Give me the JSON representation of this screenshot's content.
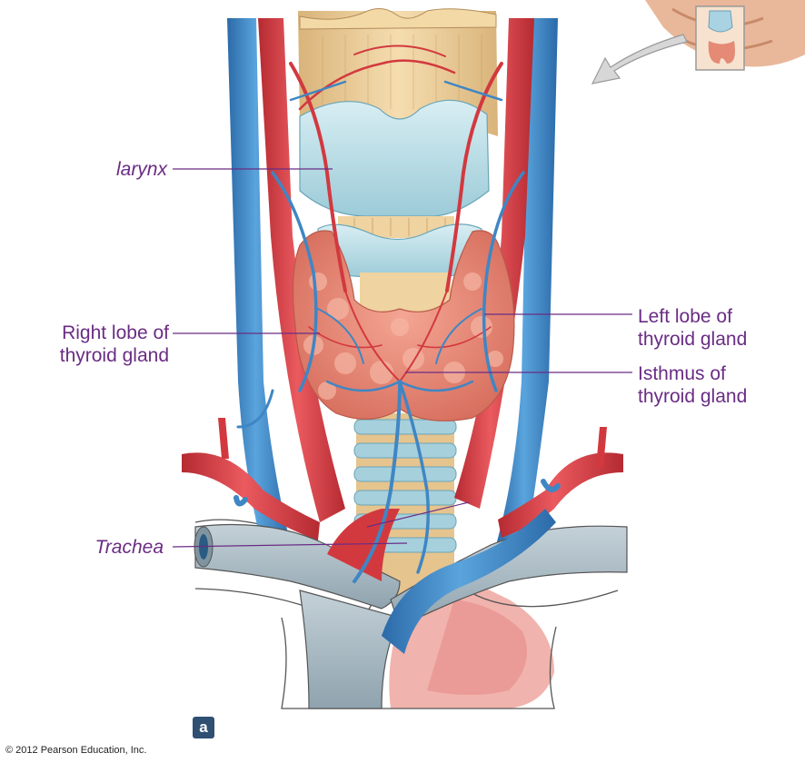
{
  "labels": {
    "larynx": "larynx",
    "right_lobe_line1": "Right lobe of",
    "right_lobe_line2": "thyroid gland",
    "left_lobe_line1": "Left lobe of",
    "left_lobe_line2": "thyroid gland",
    "isthmus_line1": "Isthmus of",
    "isthmus_line2": "thyroid gland",
    "trachea": "Trachea"
  },
  "panel_letter": "a",
  "copyright": "© 2012 Pearson Education, Inc.",
  "colors": {
    "label_text": "#6a2c84",
    "leader_line": "#6a2c84",
    "artery": "#d2393f",
    "vein": "#3f86c4",
    "thyroid": "#e98a78",
    "cartilage": "#bfe0e8",
    "tissue_beige": "#efd3a0",
    "muscle_pink": "#f1b3ad",
    "badge": "#2f4f73"
  }
}
